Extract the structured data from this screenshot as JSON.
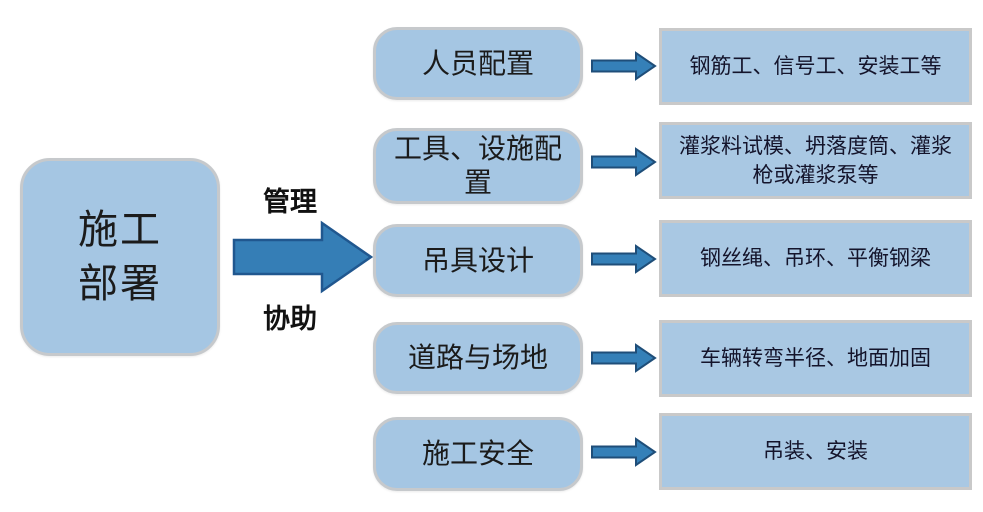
{
  "diagram": {
    "title_hint": "construction deployment flow diagram",
    "root": {
      "label_line1": "施工",
      "label_line2": "部署"
    },
    "arrow_labels": {
      "top": "管理",
      "bottom": "协助"
    },
    "rows": [
      {
        "category": "人员配置",
        "detail": "钢筋工、信号工、安装工等"
      },
      {
        "category": "工具、设施配置",
        "detail": "灌浆料试模、坍落度筒、灌浆枪或灌浆泵等"
      },
      {
        "category": "吊具设计",
        "detail": "钢丝绳、吊环、平衡钢梁"
      },
      {
        "category": "道路与场地",
        "detail": "车辆转弯半径、地面加固"
      },
      {
        "category": "施工安全",
        "detail": "吊装、安装"
      }
    ],
    "colors": {
      "node_fill": "#a5c6e3",
      "node_border": "#c6c9cc",
      "detail_fill": "#a9c8e3",
      "detail_border": "#c9c9c9",
      "arrow_fill": "#3580b8",
      "arrow_border": "#1f4e79",
      "text": "#1b1b1b",
      "background": "#ffffff"
    }
  }
}
